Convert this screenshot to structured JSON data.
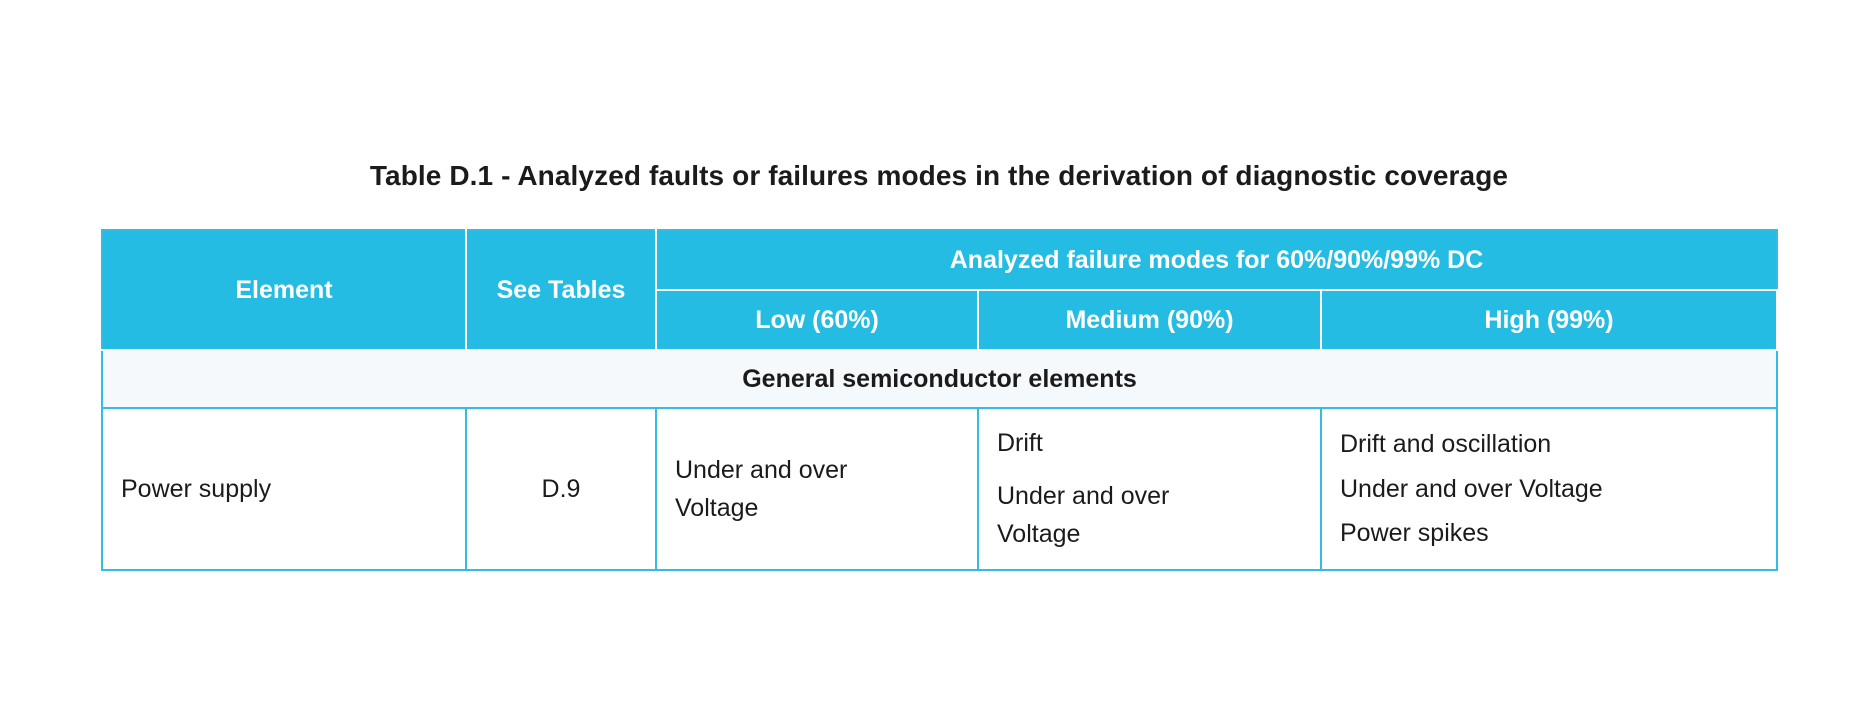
{
  "title": "Table D.1 - Analyzed faults or failures modes in the derivation of diagnostic coverage",
  "colors": {
    "header_fill": "#25BCE3",
    "border": "#35BCE4",
    "band_fill": "#F5F9FC",
    "header_text": "#FFFFFF",
    "body_text": "#1B1B1B"
  },
  "header": {
    "element": "Element",
    "see_tables": "See\nTables",
    "see_tables_line1": "See",
    "see_tables_line2": "Tables",
    "group_title": "Analyzed failure modes for 60%/90%/99% DC",
    "sub": {
      "low": "Low (60%)",
      "medium": "Medium (90%)",
      "high": "High (99%)"
    }
  },
  "section_band": {
    "label": "General semiconductor elements"
  },
  "rows": [
    {
      "element": "Power supply",
      "see_tables": "D.9",
      "low": [
        "Under and over Voltage"
      ],
      "low_line1": "Under and over",
      "low_line2": "Voltage",
      "medium_line1": "Drift",
      "medium_line2": "Under and over",
      "medium_line3": "Voltage",
      "high_line1": "Drift and oscillation",
      "high_line2": "Under and over Voltage",
      "high_line3": "Power spikes"
    }
  ]
}
